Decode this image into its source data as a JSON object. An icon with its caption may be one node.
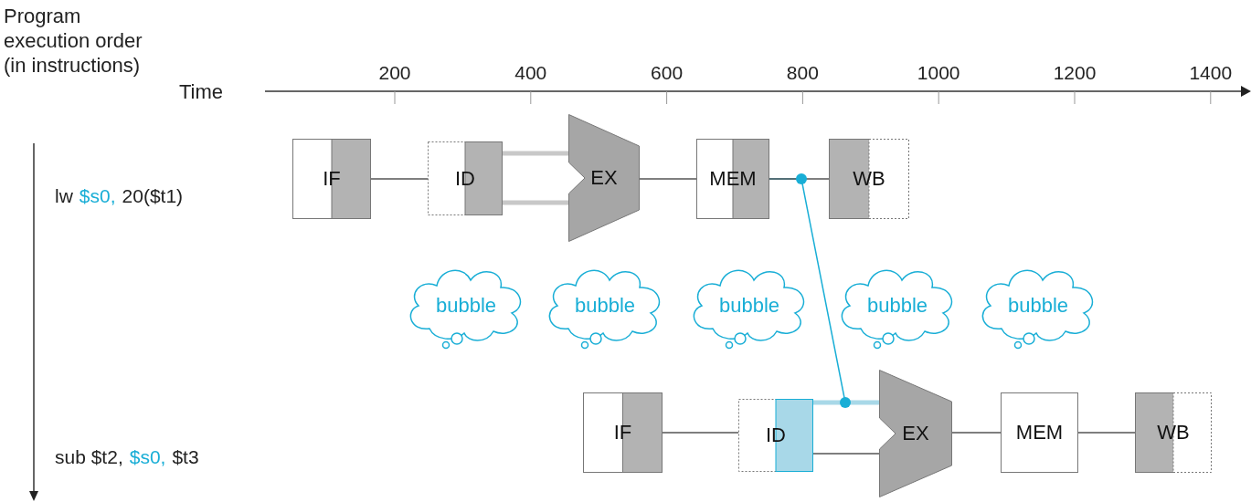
{
  "diagram": {
    "nodes": [
      {
        "text": [
          "IF"
        ]
      },
      {
        "text": [
          "ID"
        ]
      },
      {
        "text": [
          "EX"
        ]
      },
      {
        "text": [
          "MEM"
        ]
      },
      {
        "text": [
          "WB"
        ]
      },
      {
        "text": [
          "bubble"
        ]
      },
      {
        "text": [
          "bubble"
        ]
      },
      {
        "text": [
          "bubble"
        ]
      },
      {
        "text": [
          "bubble"
        ]
      },
      {
        "text": [
          "bubble"
        ]
      },
      {
        "text": [
          "IF"
        ]
      },
      {
        "text": [
          "ID"
        ]
      },
      {
        "text": [
          "EX"
        ]
      },
      {
        "text": [
          "MEM"
        ]
      },
      {
        "text": [
          "WB"
        ]
      }
    ],
    "edges": [
      {
        "from": 0,
        "to": 1,
        "arrow": "none"
      },
      {
        "from": 1,
        "to": 2,
        "arrow": "none",
        "style": "thick",
        "color": "#c8c8c8"
      },
      {
        "from": 1,
        "to": 2,
        "arrow": "none",
        "style": "thick",
        "color": "#c8c8c8"
      },
      {
        "from": 2,
        "to": 3,
        "arrow": "none"
      },
      {
        "from": 3,
        "to": 12,
        "arrow": "none",
        "color": "#19aed6"
      },
      {
        "from": 3,
        "to": 4,
        "arrow": "none"
      },
      {
        "from": 10,
        "to": 11,
        "arrow": "none"
      },
      {
        "from": 11,
        "to": 12,
        "arrow": "none",
        "style": "thick",
        "color": "#a8d8e8"
      },
      {
        "from": 11,
        "to": 12,
        "arrow": "none"
      },
      {
        "from": 12,
        "to": 13,
        "arrow": "none"
      },
      {
        "from": 13,
        "to": 14,
        "arrow": "none"
      }
    ],
    "labels": [
      "Program execution order (in instructions)",
      "Time",
      "200",
      "400",
      "600",
      "800",
      "1000",
      "1200",
      "1400",
      "lw",
      "$s0,",
      "20($t1)",
      "sub $t2,",
      "$s0,",
      "$t3"
    ]
  }
}
